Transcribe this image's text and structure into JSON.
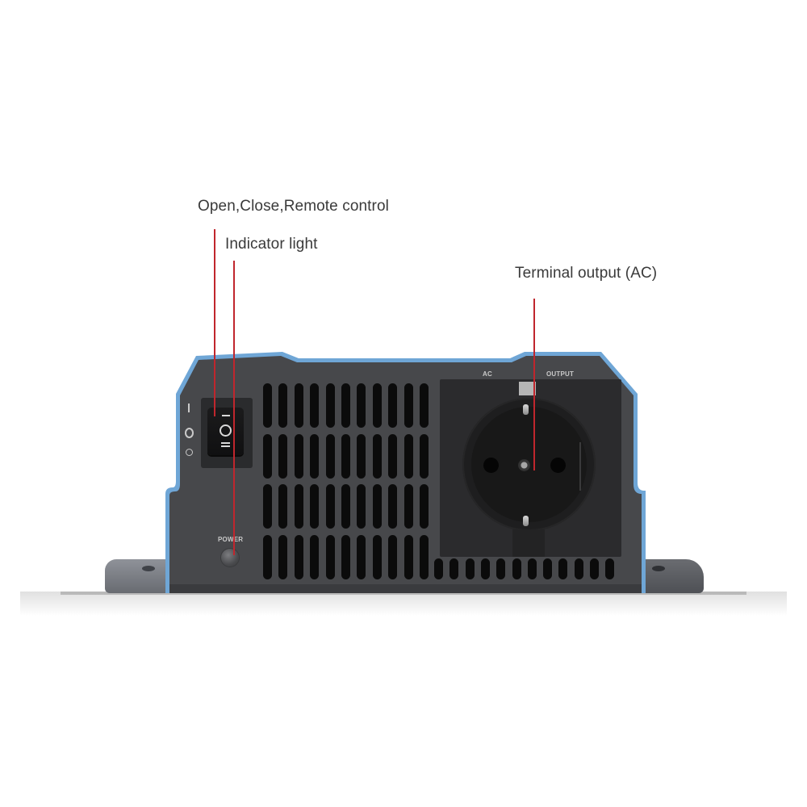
{
  "scene": {
    "subject": "power inverter front panel",
    "background_color": "#ffffff",
    "body_color": "#47484b",
    "trim_color": "#6fa6d6",
    "callout_line_color": "#c0262d",
    "label_color": "#3a3a3a"
  },
  "callouts": [
    {
      "id": "switch",
      "label": "Open,Close,Remote control"
    },
    {
      "id": "indicator",
      "label": "Indicator light"
    },
    {
      "id": "terminal",
      "label": "Terminal output (AC)"
    }
  ],
  "panel": {
    "switch": {
      "positions": [
        "I",
        "O",
        "remote"
      ],
      "rocker_marks": [
        "—",
        "O",
        "II"
      ]
    },
    "power_led": {
      "caption": "POWER"
    },
    "socket": {
      "caption_left": "AC",
      "caption_right": "OUTPUT",
      "type": "Schuko"
    },
    "vents": {
      "columns": 11,
      "rows": 4,
      "bottom_row_extra_columns": 12
    }
  }
}
